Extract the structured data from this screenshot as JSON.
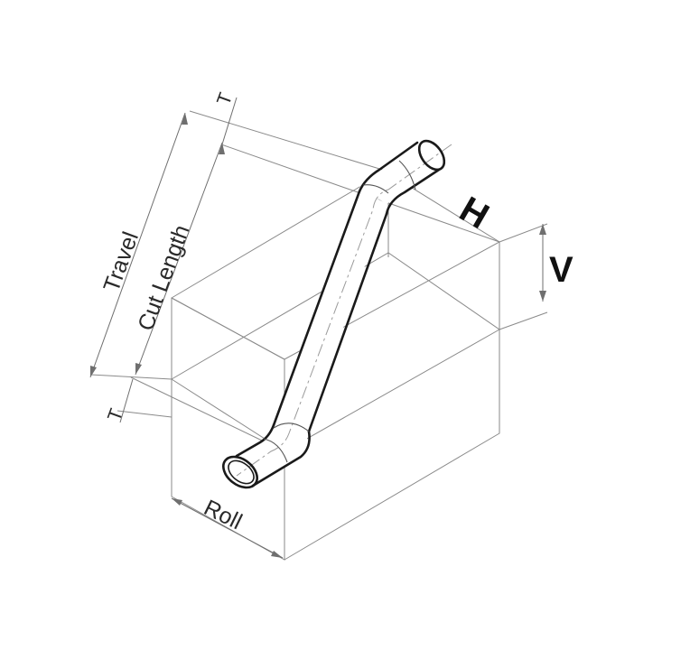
{
  "labels": {
    "travel": "Travel",
    "cut_length": "Cut Length",
    "t_top": "T",
    "t_bottom": "T",
    "h": "H",
    "v": "V",
    "roll": "Roll"
  }
}
